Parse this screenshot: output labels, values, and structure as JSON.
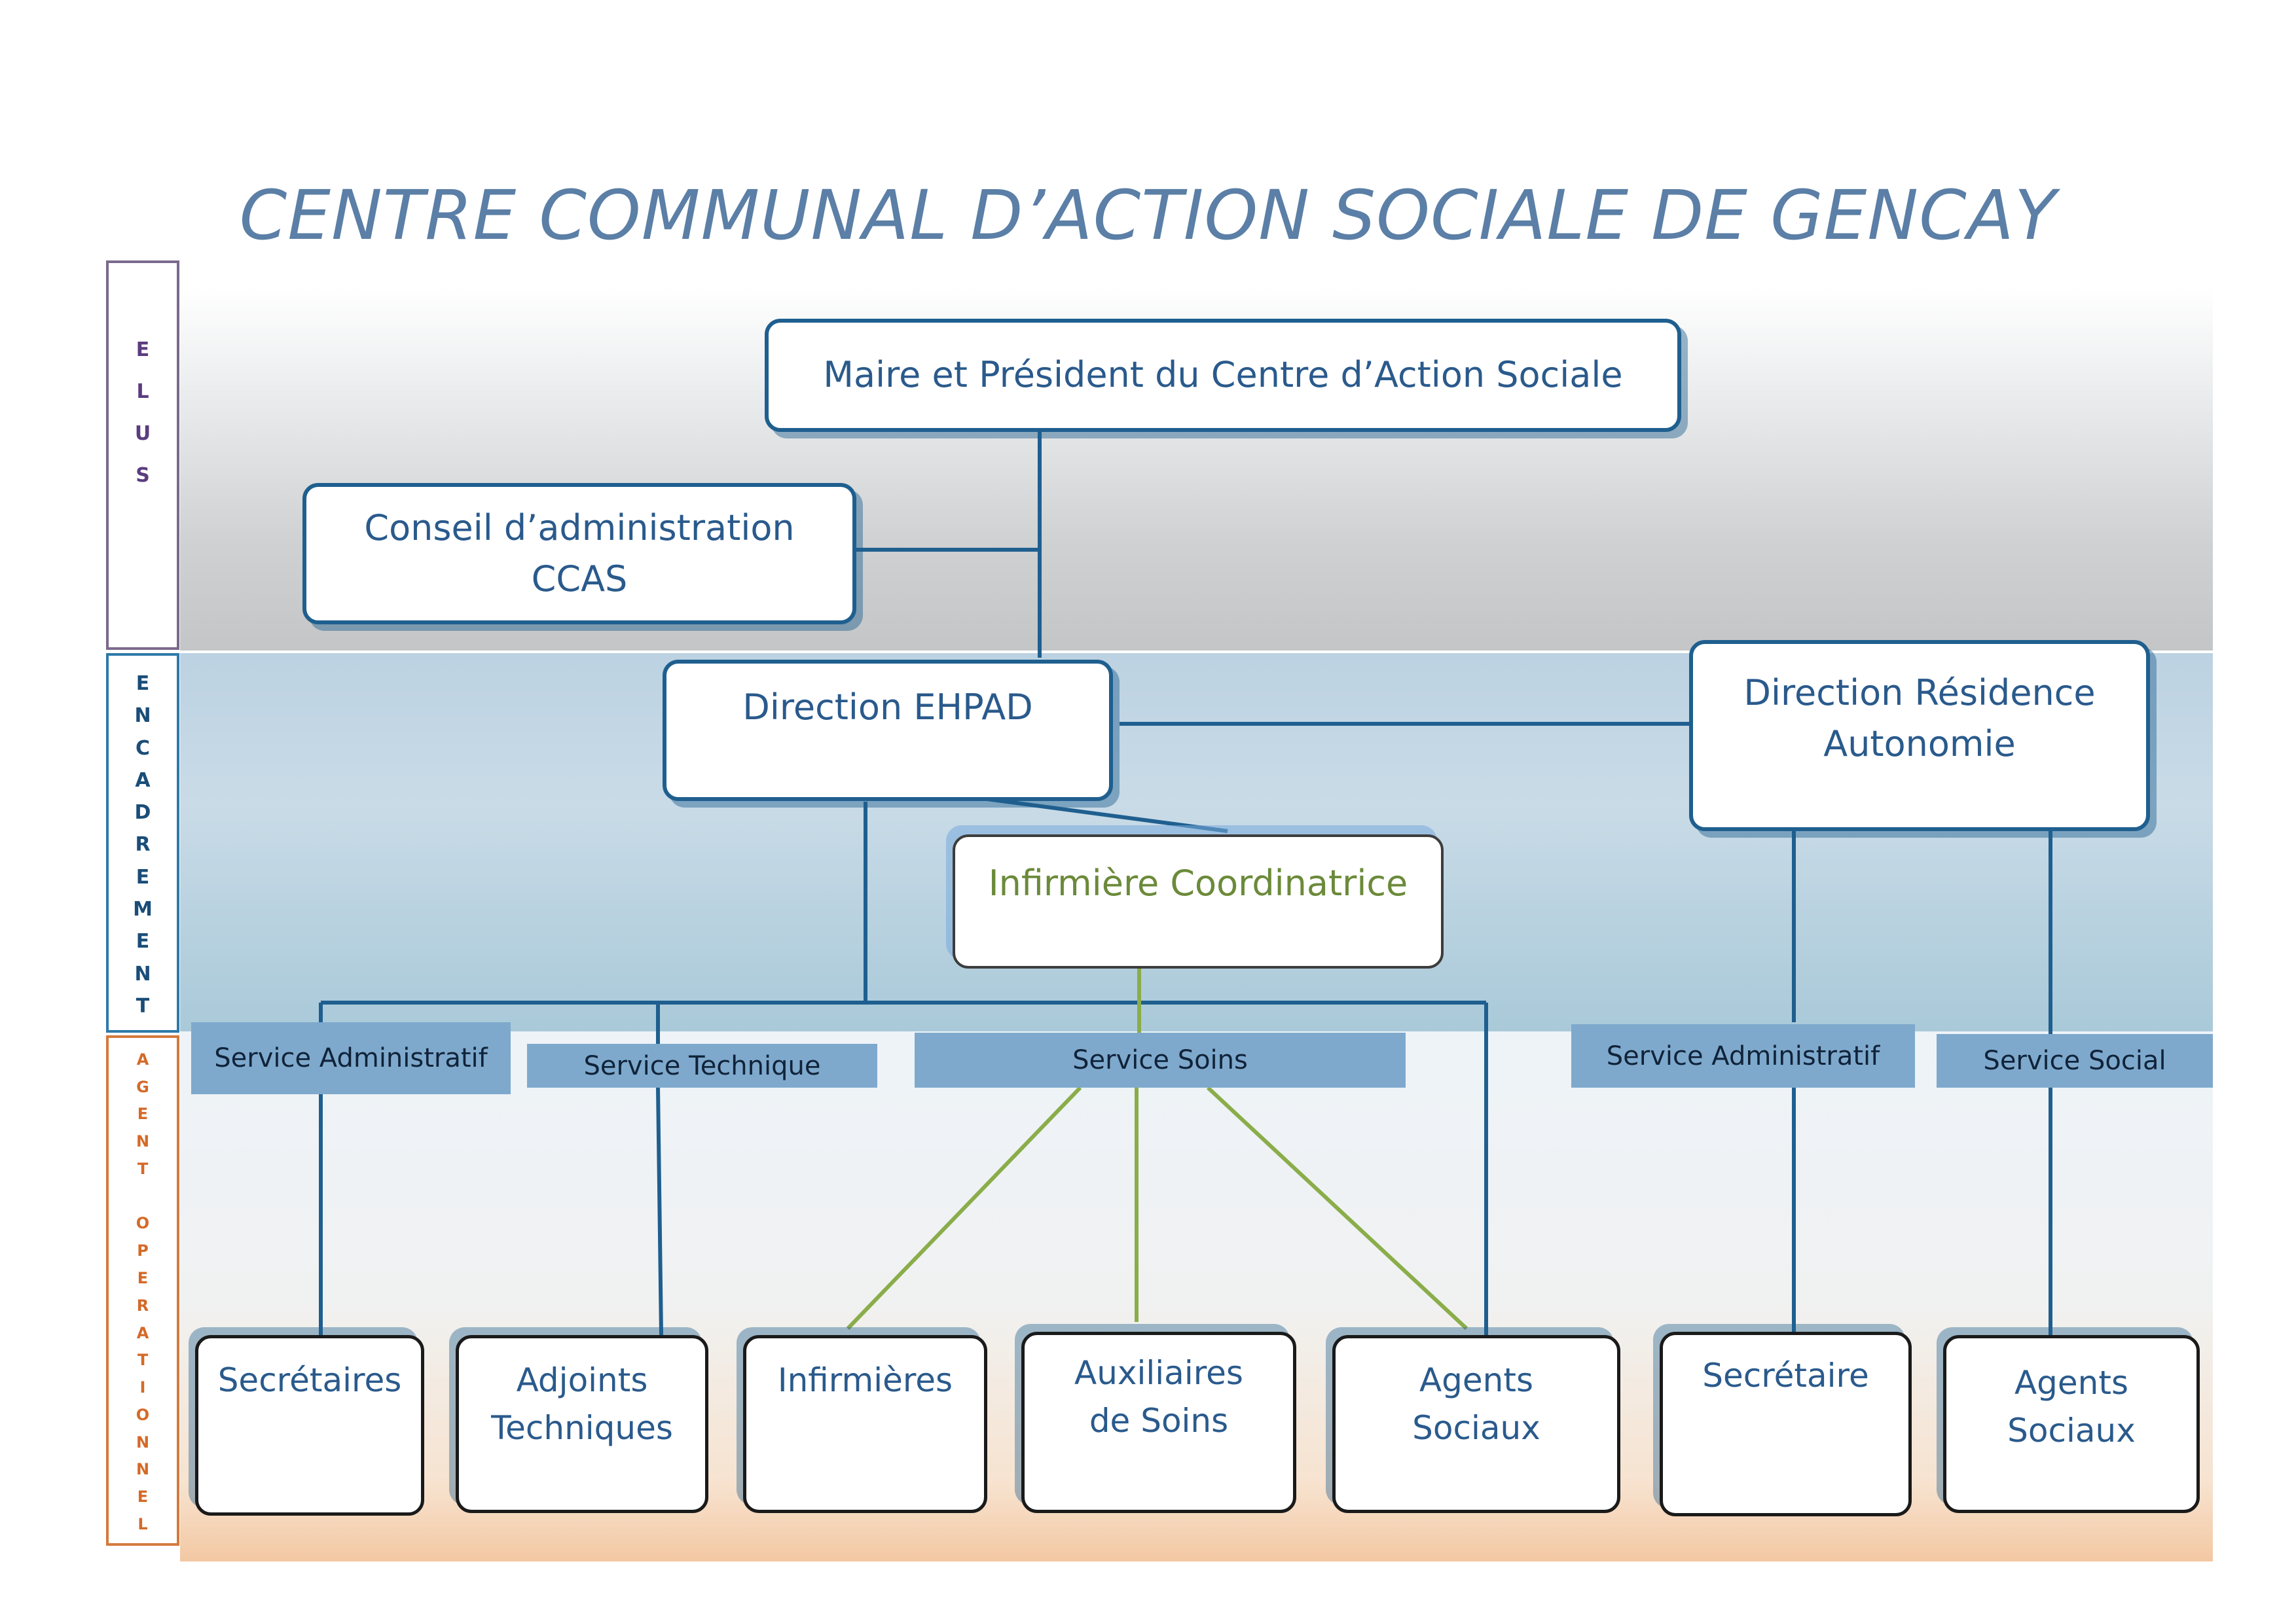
{
  "title": "CENTRE COMMUNAL D’ACTION SOCIALE DE GENCAY",
  "side_labels": {
    "elus": [
      "E",
      "L",
      "U",
      "S"
    ],
    "encadrement": [
      "E",
      "N",
      "C",
      "A",
      "D",
      "R",
      "E",
      "M",
      "E",
      "N",
      "T"
    ],
    "agent_operationnel": [
      "A",
      "G",
      "E",
      "N",
      "T",
      " ",
      "O",
      "P",
      "E",
      "R",
      "A",
      "T",
      "I",
      "O",
      "N",
      "N",
      "E",
      "L"
    ]
  },
  "nodes": {
    "maire": "Maire et Président du Centre d’Action Sociale",
    "conseil": "Conseil d’administration\nCCAS",
    "direction_ehpad": "Direction EHPAD",
    "direction_residence": "Direction Résidence\nAutonomie",
    "infirmiere_coordinatrice": "Infirmière Coordinatrice"
  },
  "services": {
    "admin_ehpad": "Service Administratif",
    "technique": "Service Technique",
    "soins": "Service Soins",
    "admin_residence": "Service Administratif",
    "social": "Service Social"
  },
  "agents": {
    "secretaires": "Secrétaires",
    "adjoints": "Adjoints\nTechniques",
    "infirmieres": "Infirmières",
    "auxiliaires": "Auxiliaires\nde Soins",
    "agents_sociaux_ehpad": "Agents\nSociaux",
    "secretaire": "Secrétaire",
    "agents_sociaux_residence": "Agents\nSociaux"
  },
  "colors": {
    "line_blue": "#1f5f8f",
    "line_green": "#8aad4a",
    "title": "#5b7fa6",
    "service_fill": "#7ea9cc"
  }
}
